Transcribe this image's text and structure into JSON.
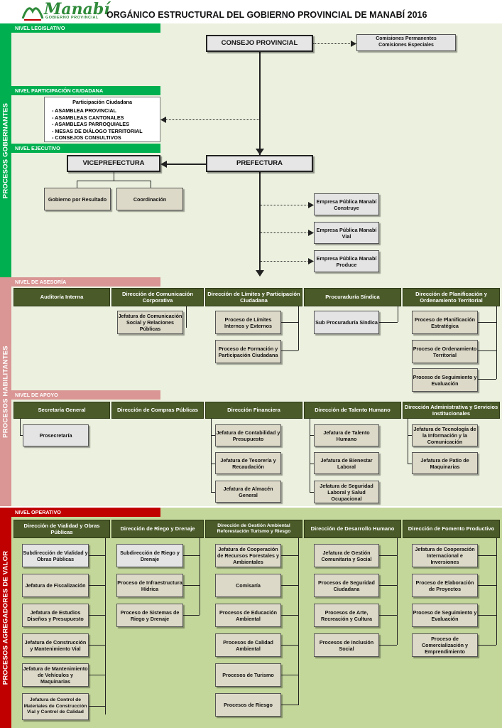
{
  "header": {
    "title": "ORGÁNICO ESTRUCTURAL DEL GOBIERNO PROVINCIAL DE MANABÍ 2016",
    "logo_text": "Manabí",
    "logo_subtext": "GOBIERNO PROVINCIAL"
  },
  "colors": {
    "gobernantes": "#00b050",
    "habilitantes": "#d99694",
    "agregadores": "#c00000",
    "bg_gob": "#ebf1de",
    "bg_hab": "#ebf1de",
    "bg_agr": "#c4d79b",
    "header_box": "#4a5a28"
  },
  "processes": {
    "gobernantes": "PROCESOS GOBERNANTES",
    "habilitantes": "PROCESOS HABILITANTES",
    "agregadores": "PROCESOS AGREGADORES DE  VALOR"
  },
  "levels": {
    "legislativo": "NIVEL LEGISLATIVO",
    "participacion": "NIVEL PARTICIPACIÓN CIUDADANA",
    "ejecutivo": "NIVEL EJECUTIVO",
    "asesoria": "NIVEL DE ASESORÍA",
    "apoyo": "NIVEL DE APOYO",
    "operativo": "NIVEL OPERATIVO"
  },
  "gobernante": {
    "consejo": "CONSEJO  PROVINCIAL",
    "comisiones_1": "Comisiones Permanentes",
    "comisiones_2": "Comisiones Especiales",
    "participacion_title": "Participación Ciudadana",
    "participacion_items": [
      "- ASAMBLEA PROVINCIAL",
      "- ASAMBLEAS CANTONALES",
      "- ASAMBLEAS PARROQUIALES",
      "- MESAS DE DIÁLOGO TERRITORIAL",
      "- CONSEJOS CONSULTIVOS"
    ],
    "viceprefectura": "VICEPREFECTURA",
    "prefectura": "PREFECTURA",
    "gobierno_resultado": "Gobierno por Resultado",
    "coordinacion": "Coordinación",
    "empresas": [
      "Empresa Pública Manabí Construye",
      "Empresa Pública Manabí Vial",
      "Empresa Pública Manabí Produce"
    ]
  },
  "asesoria": {
    "headers": [
      "Auditoría Interna",
      "Dirección de Comunicación Corporativa",
      "Dirección de Límites y Participación Ciudadana",
      "Procuraduría Síndica",
      "Dirección de Planificación y Ordenamiento Territorial"
    ],
    "comunicacion": [
      "Jefatura de Comunicación Social y Relaciones Públicas"
    ],
    "limites": [
      "Proceso de  Límites Internos y Externos",
      "Proceso de  Formación y Participación Ciudadana"
    ],
    "procuraduria": [
      "Sub Procuraduría Síndica"
    ],
    "planificacion": [
      "Proceso de Planificación Estratégica",
      "Proceso de Ordenamiento Territorial",
      "Proceso de Seguimiento y Evaluación"
    ]
  },
  "apoyo": {
    "headers": [
      "Secretaría General",
      "Dirección de Compras Públicas",
      "Dirección  Financiera",
      "Dirección de Talento Humano",
      "Dirección Administrativa y Servicios Institucionales"
    ],
    "secretaria": [
      "Prosecretaría"
    ],
    "financiera": [
      "Jefatura de Contabilidad y  Presupuesto",
      "Jefatura de Tesorería y Recaudación",
      "Jefatura de Almacén General"
    ],
    "talento": [
      "Jefatura de Talento Humano",
      "Jefatura de Bienestar Laboral",
      "Jefatura de  Seguridad Laboral y Salud Ocupacional"
    ],
    "administrativa": [
      "Jefatura de Tecnología de la Información y la Comunicación",
      "Jefatura de Patio de Maquinarias"
    ]
  },
  "operativo": {
    "headers": [
      "Dirección de  Vialidad y Obras Públicas",
      "Dirección de Riego y Drenaje",
      "Dirección de Gestión  Ambiental Reforestación Turismo y Riesgo",
      "Dirección de  Desarrollo Humano",
      "Dirección de Fomento Productivo"
    ],
    "vialidad": [
      "Subdirección de Vialidad y Obras Públicas",
      "Jefatura de Fiscalización",
      "Jefatura de Estudios Diseños y Presupuesto",
      "Jefatura de Construcción y Mantenimiento Vial",
      "Jefatura de Mantenimiento de Vehículos y Maquinarias",
      "Jefatura de Control de Materiales de Construcción Vial y Control de Calidad"
    ],
    "riego": [
      "Subdirección de  Riego y Drenaje",
      "Proceso de Infraestructura Hídrica",
      "Proceso de Sistemas de Riego y Drenaje"
    ],
    "ambiental": [
      "Jefatura de Cooperación de Recursos Forestales y Ambientales",
      "Comisaría",
      "Procesos de Educación Ambiental",
      "Procesos de Calidad Ambiental",
      "Procesos de Turismo",
      "Procesos de Riesgo"
    ],
    "humano": [
      "Jefatura de Gestión Comunitaria y Social",
      "Procesos de Seguridad Ciudadana",
      "Procesos de Arte, Recreación y Cultura",
      "Procesos de Inclusión Social"
    ],
    "fomento": [
      "Jefatura de Cooperación Internacional e Inversiones",
      "Proceso de Elaboración de Proyectos",
      "Proceso de Seguimiento y Evaluación",
      "Proceso de Comercialización y Emprendimiento"
    ]
  }
}
